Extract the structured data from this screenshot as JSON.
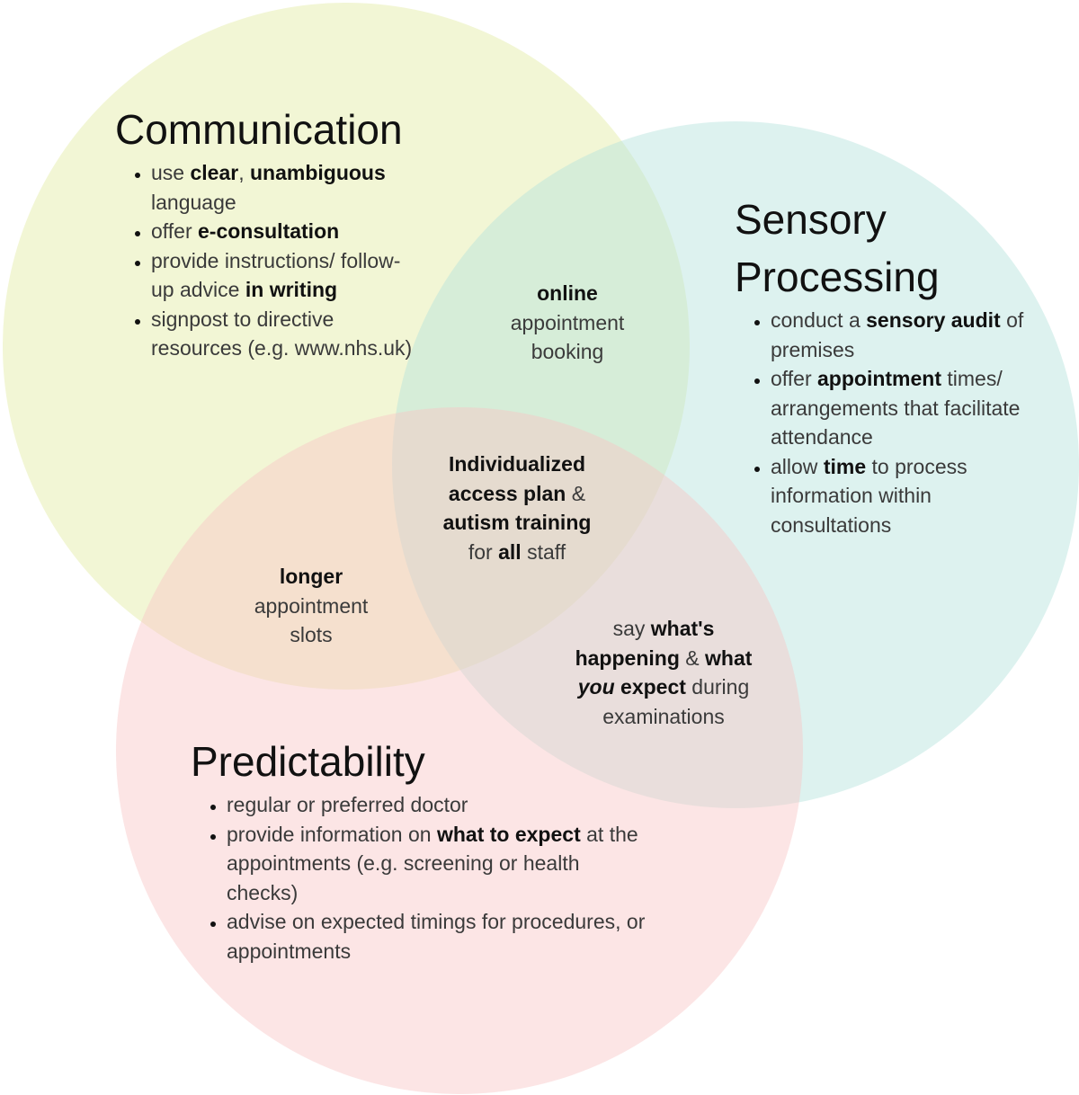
{
  "colors": {
    "communication": "#e8eeb2",
    "sensory": "#b4e2dc",
    "predictability": "#f8c6c6"
  },
  "communication": {
    "title": "Communication",
    "items": [
      [
        {
          "t": "use "
        },
        {
          "t": "clear",
          "b": true
        },
        {
          "t": ", "
        },
        {
          "t": "unambiguous",
          "b": true
        },
        {
          "t": " language"
        }
      ],
      [
        {
          "t": "offer "
        },
        {
          "t": "e-consultation",
          "b": true
        }
      ],
      [
        {
          "t": "provide instructions/ follow-up advice "
        },
        {
          "t": "in writing",
          "b": true
        }
      ],
      [
        {
          "t": "signpost to directive resources (e.g. www.nhs.uk)"
        }
      ]
    ]
  },
  "sensory": {
    "title_line1": "Sensory",
    "title_line2": "Processing",
    "items": [
      [
        {
          "t": "conduct a "
        },
        {
          "t": "sensory audit",
          "b": true
        },
        {
          "t": " of premises"
        }
      ],
      [
        {
          "t": "offer "
        },
        {
          "t": "appointment",
          "b": true
        },
        {
          "t": " times/ arrangements that facilitate attendance"
        }
      ],
      [
        {
          "t": "allow "
        },
        {
          "t": "time",
          "b": true
        },
        {
          "t": " to process information within consultations"
        }
      ]
    ]
  },
  "predictability": {
    "title": "Predictability",
    "items": [
      [
        {
          "t": "regular or preferred doctor"
        }
      ],
      [
        {
          "t": "provide information on "
        },
        {
          "t": "what to expect",
          "b": true
        },
        {
          "t": " at the appointments (e.g. screening or health checks)"
        }
      ],
      [
        {
          "t": "advise on expected timings for procedures, or appointments"
        }
      ]
    ]
  },
  "overlaps": {
    "comm_sensory": {
      "lines": [
        [
          {
            "t": "online",
            "b": true
          }
        ],
        [
          {
            "t": "appointment"
          }
        ],
        [
          {
            "t": "booking"
          }
        ]
      ]
    },
    "center": {
      "lines": [
        [
          {
            "t": "Individualized",
            "b": true
          }
        ],
        [
          {
            "t": "access plan",
            "b": true
          },
          {
            "t": " &"
          }
        ],
        [
          {
            "t": "autism training",
            "b": true
          }
        ],
        [
          {
            "t": "for "
          },
          {
            "t": "all",
            "b": true
          },
          {
            "t": " staff"
          }
        ]
      ]
    },
    "comm_pred": {
      "lines": [
        [
          {
            "t": "longer",
            "b": true
          }
        ],
        [
          {
            "t": "appointment"
          }
        ],
        [
          {
            "t": "slots"
          }
        ]
      ]
    },
    "sensory_pred": {
      "lines": [
        [
          {
            "t": "say "
          },
          {
            "t": "what's",
            "b": true
          }
        ],
        [
          {
            "t": "happening",
            "b": true
          },
          {
            "t": " & "
          },
          {
            "t": "what",
            "b": true
          }
        ],
        [
          {
            "t": "you",
            "i": true
          },
          {
            "t": " "
          },
          {
            "t": "expect",
            "b": true
          },
          {
            "t": " during"
          }
        ],
        [
          {
            "t": "examinations"
          }
        ]
      ]
    }
  }
}
